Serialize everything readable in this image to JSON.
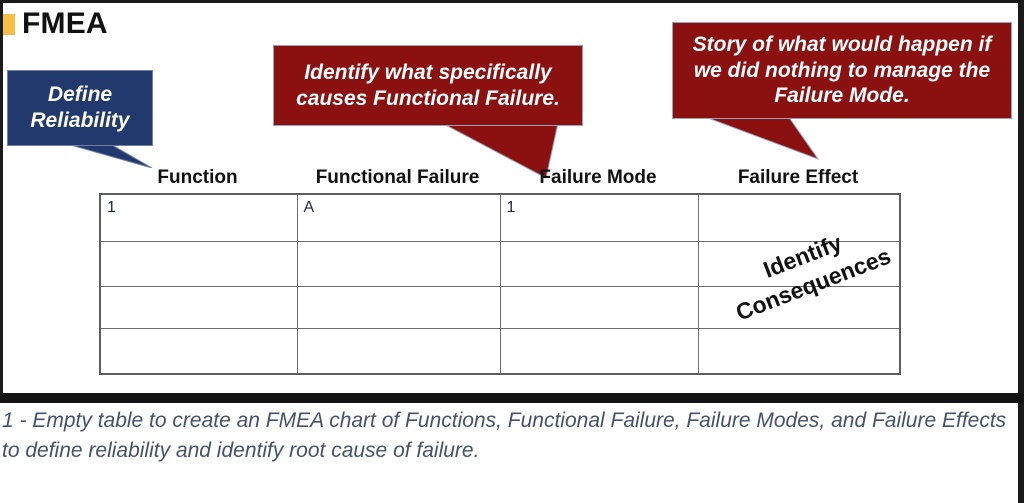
{
  "page_title": "FMEA",
  "colors": {
    "accent_marker": "#f5be44",
    "callout_blue": "#21396c",
    "callout_red": "#8b1010",
    "caption_text": "#44536b",
    "table_border": "#6e6e6e"
  },
  "callouts": [
    {
      "id": "define-reliability",
      "style": "blue",
      "text": "Define Reliability",
      "points_to": "Function"
    },
    {
      "id": "identify-causes",
      "style": "red",
      "text": "Identify what specifically causes Functional Failure.",
      "points_to": "Failure Mode"
    },
    {
      "id": "failure-story",
      "style": "red",
      "text": "Story of what would happen if we did nothing to manage the Failure Mode.",
      "points_to": "Failure Effect"
    }
  ],
  "table": {
    "headers": [
      "Function",
      "Functional Failure",
      "Failure Mode",
      "Failure Effect"
    ],
    "rows": [
      [
        "1",
        "A",
        "1",
        ""
      ],
      [
        "",
        "",
        "",
        ""
      ],
      [
        "",
        "",
        "",
        ""
      ],
      [
        "",
        "",
        "",
        ""
      ]
    ]
  },
  "annotation": {
    "identify_consequences": "Identify Consequences"
  },
  "caption": "1 - Empty table to create an FMEA chart of Functions, Functional Failure, Failure Modes, and Failure Effects to define reliability and identify root cause of failure."
}
